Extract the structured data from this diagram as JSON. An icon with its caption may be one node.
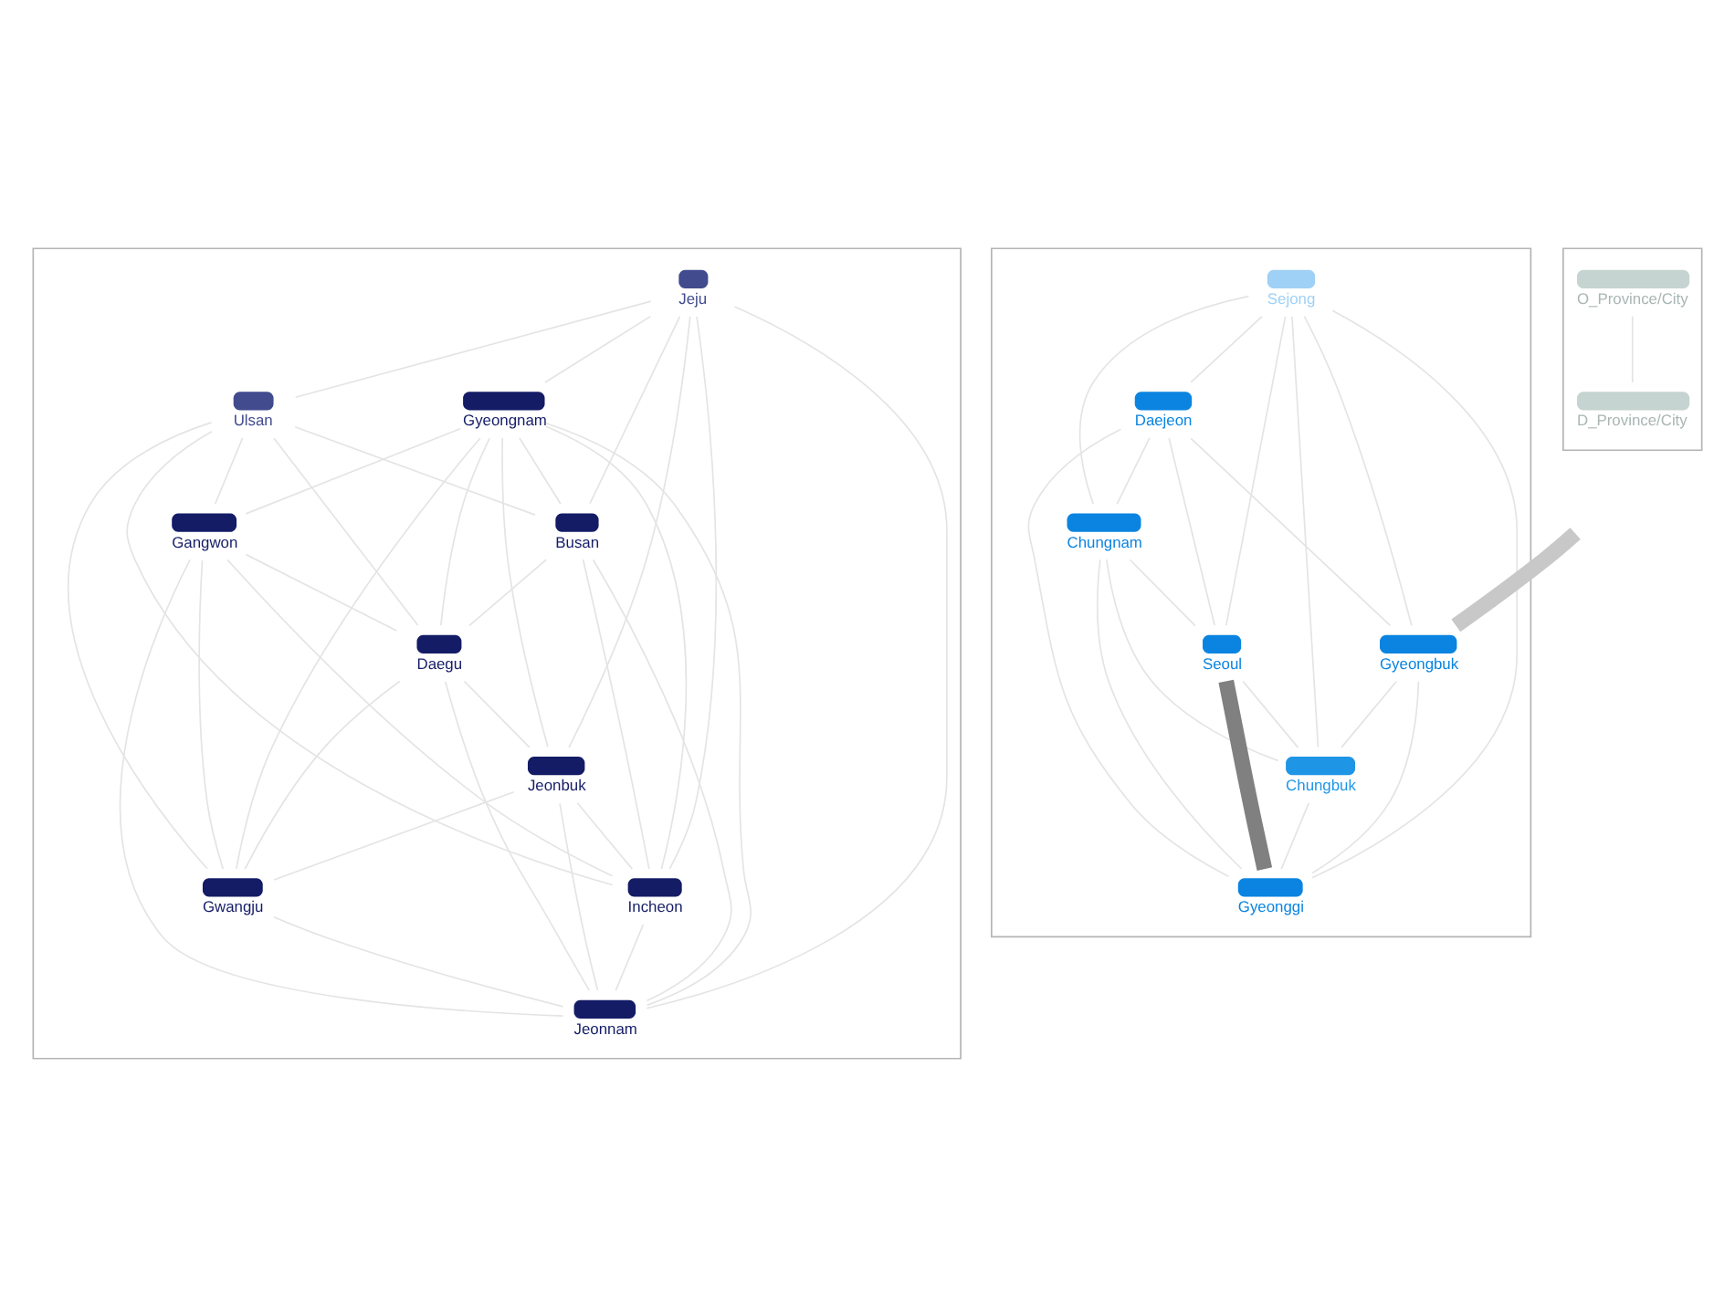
{
  "diagram": {
    "nodes": [
      {
        "text": [],
        "shape": "box"
      },
      {
        "text": [
          "Ulsan"
        ],
        "in": 0
      },
      {
        "text": [
          "Gyeongnam"
        ],
        "in": 0
      },
      {
        "text": [
          "Jeju"
        ],
        "in": 0
      },
      {
        "text": [
          "Busan"
        ],
        "in": 0
      },
      {
        "text": [
          "Daegu"
        ],
        "in": 0
      },
      {
        "text": [
          "Gangwon"
        ],
        "in": 0
      },
      {
        "text": [
          "Incheon"
        ],
        "in": 0
      },
      {
        "text": [
          "Jeonbuk"
        ],
        "in": 0
      },
      {
        "text": [
          "Gwangju"
        ],
        "in": 0
      },
      {
        "text": [
          "Jeonnam"
        ],
        "in": 0
      },
      {
        "text": [],
        "shape": "box"
      },
      {
        "text": [
          "Sejong"
        ],
        "in": 11
      },
      {
        "text": [
          "Daejeon"
        ],
        "in": 11
      },
      {
        "text": [
          "Chungnam"
        ],
        "in": 11
      },
      {
        "text": [
          "Gyeongbuk"
        ],
        "in": 11
      },
      {
        "text": [
          "Seoul"
        ],
        "in": 11
      },
      {
        "text": [
          "Chungbuk"
        ],
        "in": 11
      },
      {
        "text": [
          "Gyeonggi"
        ],
        "in": 11
      },
      {
        "text": [],
        "shape": "box"
      },
      {
        "text": [
          "O_Province/City"
        ],
        "in": 19
      },
      {
        "text": [
          "D_Province/City"
        ],
        "in": 19
      }
    ],
    "edges": [
      {
        "from": 3,
        "to": 1,
        "arrow": "none"
      },
      {
        "from": 3,
        "to": 2,
        "arrow": "none"
      },
      {
        "from": 3,
        "to": 4,
        "arrow": "none"
      },
      {
        "from": 3,
        "to": 7,
        "arrow": "none"
      },
      {
        "from": 3,
        "to": 8,
        "arrow": "none"
      },
      {
        "from": 3,
        "to": 10,
        "arrow": "none"
      },
      {
        "from": 2,
        "to": 4,
        "arrow": "none"
      },
      {
        "from": 2,
        "to": 5,
        "arrow": "none"
      },
      {
        "from": 2,
        "to": 6,
        "arrow": "none"
      },
      {
        "from": 2,
        "to": 8,
        "arrow": "none"
      },
      {
        "from": 2,
        "to": 10,
        "arrow": "none"
      },
      {
        "from": 2,
        "to": 7,
        "arrow": "none"
      },
      {
        "from": 2,
        "to": 9,
        "arrow": "none"
      },
      {
        "from": 1,
        "to": 6,
        "arrow": "none"
      },
      {
        "from": 1,
        "to": 4,
        "arrow": "none"
      },
      {
        "from": 1,
        "to": 7,
        "arrow": "none"
      },
      {
        "from": 1,
        "to": 5,
        "arrow": "none"
      },
      {
        "from": 1,
        "to": 9,
        "arrow": "none"
      },
      {
        "from": 4,
        "to": 5,
        "arrow": "none"
      },
      {
        "from": 4,
        "to": 10,
        "arrow": "none"
      },
      {
        "from": 4,
        "to": 7,
        "arrow": "none"
      },
      {
        "from": 6,
        "to": 5,
        "arrow": "none"
      },
      {
        "from": 6,
        "to": 7,
        "arrow": "none"
      },
      {
        "from": 6,
        "to": 9,
        "arrow": "none"
      },
      {
        "from": 6,
        "to": 10,
        "arrow": "none"
      },
      {
        "from": 5,
        "to": 8,
        "arrow": "none"
      },
      {
        "from": 5,
        "to": 9,
        "arrow": "none"
      },
      {
        "from": 5,
        "to": 10,
        "arrow": "none"
      },
      {
        "from": 8,
        "to": 9,
        "arrow": "none"
      },
      {
        "from": 8,
        "to": 10,
        "arrow": "none"
      },
      {
        "from": 8,
        "to": 7,
        "arrow": "none"
      },
      {
        "from": 9,
        "to": 10,
        "arrow": "none"
      },
      {
        "from": 7,
        "to": 10,
        "arrow": "none"
      },
      {
        "from": null,
        "to": 15,
        "arrow": "none",
        "style": "thick",
        "color": "#c8c8c8"
      },
      {
        "from": 12,
        "to": 13,
        "arrow": "none"
      },
      {
        "from": 12,
        "to": 14,
        "arrow": "none"
      },
      {
        "from": 12,
        "to": 15,
        "arrow": "none"
      },
      {
        "from": 12,
        "to": 18,
        "arrow": "none"
      },
      {
        "from": 12,
        "to": 17,
        "arrow": "none"
      },
      {
        "from": 12,
        "to": 16,
        "arrow": "none"
      },
      {
        "from": 13,
        "to": 14,
        "arrow": "none"
      },
      {
        "from": 13,
        "to": 15,
        "arrow": "none"
      },
      {
        "from": 13,
        "to": 16,
        "arrow": "none"
      },
      {
        "from": 13,
        "to": 18,
        "arrow": "none"
      },
      {
        "from": 14,
        "to": 16,
        "arrow": "none"
      },
      {
        "from": 14,
        "to": 17,
        "arrow": "none"
      },
      {
        "from": 14,
        "to": 18,
        "arrow": "none"
      },
      {
        "from": 15,
        "to": 18,
        "arrow": "none"
      },
      {
        "from": 15,
        "to": 17,
        "arrow": "none"
      },
      {
        "from": 16,
        "to": 17,
        "arrow": "none"
      },
      {
        "from": 16,
        "to": 18,
        "arrow": "none",
        "style": "thick",
        "color": "#808080"
      },
      {
        "from": 17,
        "to": 18,
        "arrow": "none"
      },
      {
        "from": 20,
        "to": 21,
        "arrow": "none"
      }
    ]
  }
}
